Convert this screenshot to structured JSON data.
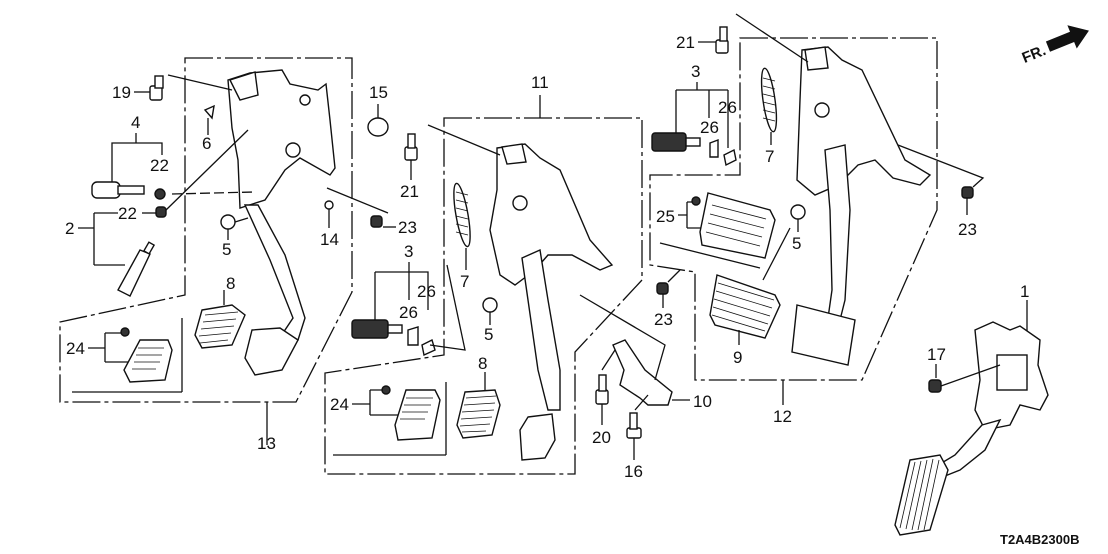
{
  "diagram": {
    "title_code": "T2A4B2300B",
    "direction_indicator": "FR.",
    "callouts": {
      "c1": "1",
      "c2": "2",
      "c3a": "3",
      "c3b": "3",
      "c4": "4",
      "c5a": "5",
      "c5b": "5",
      "c5c": "5",
      "c6": "6",
      "c7a": "7",
      "c7b": "7",
      "c8a": "8",
      "c8b": "8",
      "c9": "9",
      "c10": "10",
      "c11": "11",
      "c12": "12",
      "c13": "13",
      "c14": "14",
      "c15": "15",
      "c16": "16",
      "c17": "17",
      "c19": "19",
      "c20": "20",
      "c21a": "21",
      "c21b": "21",
      "c22a": "22",
      "c22b": "22",
      "c23a": "23",
      "c23b": "23",
      "c23c": "23",
      "c24a": "24",
      "c24b": "24",
      "c25": "25",
      "c26a": "26",
      "c26b": "26",
      "c26c": "26",
      "c26d": "26"
    },
    "groups": [
      {
        "callout": "13",
        "description": "clutch pedal assembly (left group)"
      },
      {
        "callout": "11",
        "description": "brake pedal assembly (MT, center group)"
      },
      {
        "callout": "12",
        "description": "brake pedal assembly (AT, right group)"
      },
      {
        "callout": "1",
        "description": "accelerator pedal module"
      }
    ]
  }
}
